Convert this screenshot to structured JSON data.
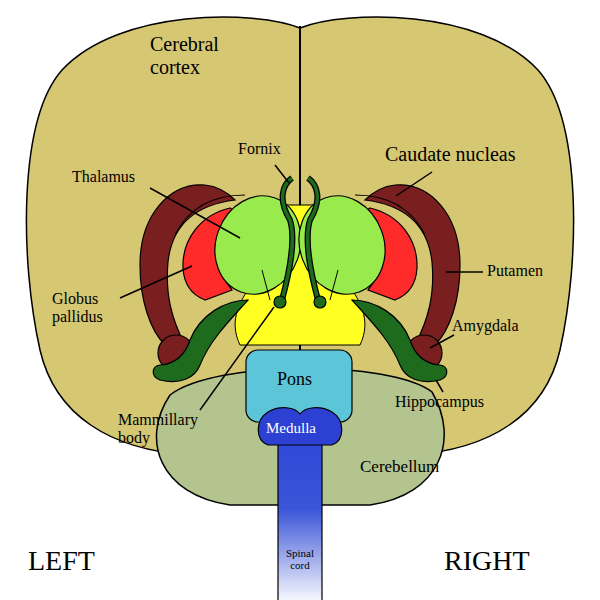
{
  "diagram": {
    "labels": [
      "Cerebral cortex",
      "Fornix",
      "Caudate nucleas",
      "Thalamus",
      "Globus pallidus",
      "Putamen",
      "Amygdala",
      "Pons",
      "Hippocampus",
      "Mammillary body",
      "Medulla",
      "Cerebellum",
      "LEFT",
      "RIGHT",
      "Spinal cord"
    ]
  }
}
